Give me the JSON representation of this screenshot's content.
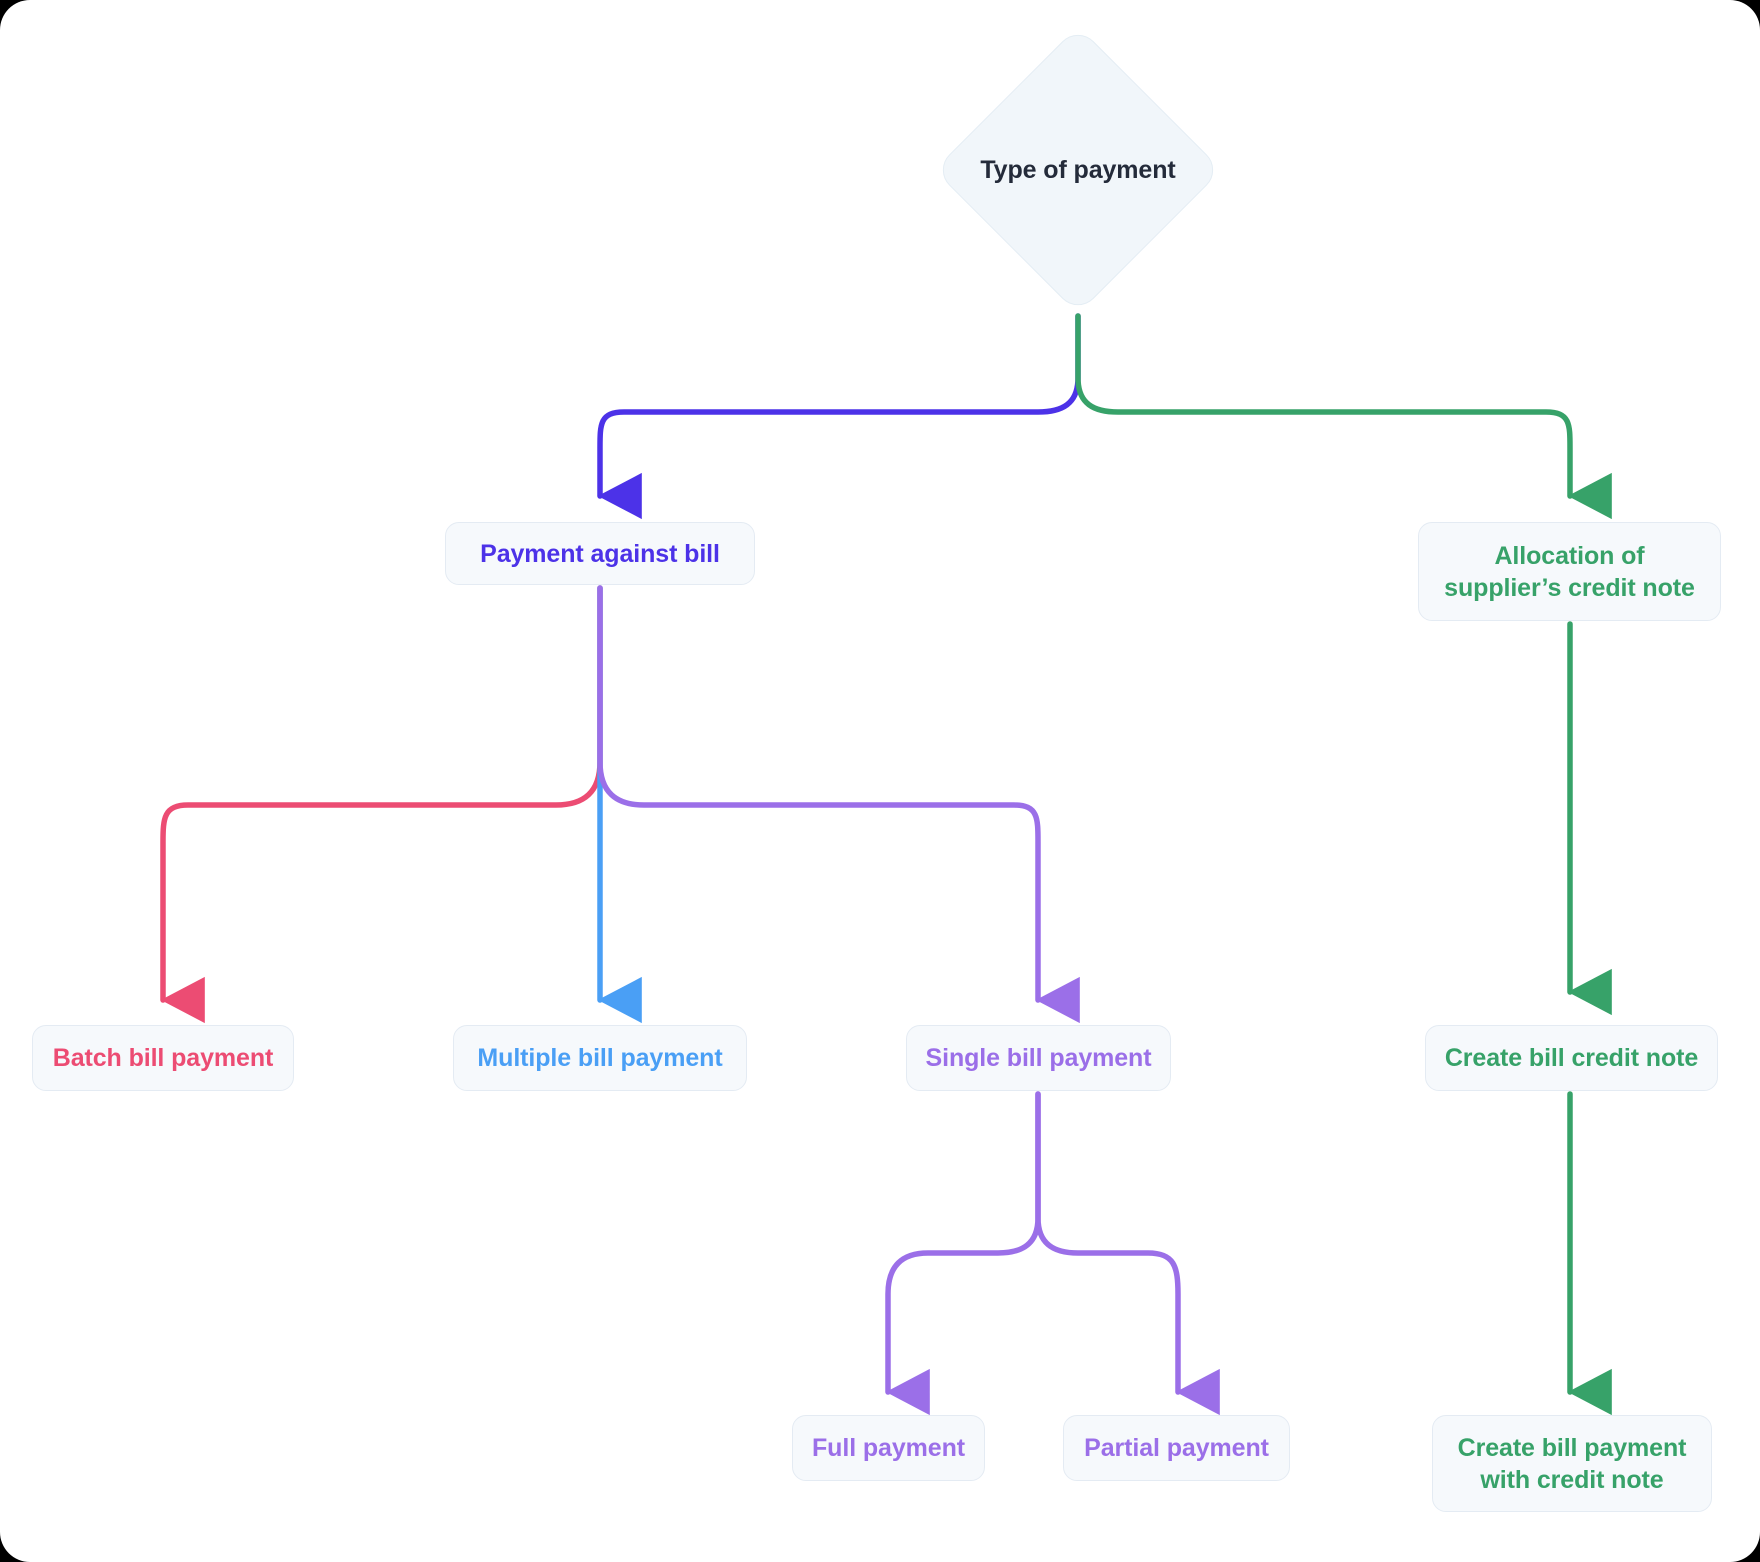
{
  "diagram": {
    "title": "Type of payment",
    "type": "flowchart",
    "colors": {
      "root_text": "#242B3A",
      "node_bg": "#F6F9FC",
      "node_border": "#E4EBF3",
      "indigo": "#4C32E8",
      "blue": "#4A9FF5",
      "pink": "#EC4C73",
      "purple": "#9B6FE8",
      "green": "#37A269",
      "canvas_bg": "#FFFFFF"
    },
    "nodes": {
      "root": {
        "label": "Type of payment",
        "shape": "diamond",
        "color": "#242B3A"
      },
      "payment_against_bill": {
        "label": "Payment against bill",
        "color": "#4C32E8"
      },
      "allocation_credit_note": {
        "label": "Allocation of supplier’s credit note",
        "color": "#37A269"
      },
      "batch_bill_payment": {
        "label": "Batch bill payment",
        "color": "#EC4C73"
      },
      "multiple_bill_payment": {
        "label": "Multiple bill payment",
        "color": "#4A9FF5"
      },
      "single_bill_payment": {
        "label": "Single bill payment",
        "color": "#9B6FE8"
      },
      "create_bill_credit_note": {
        "label": "Create bill credit note",
        "color": "#37A269"
      },
      "full_payment": {
        "label": "Full payment",
        "color": "#9B6FE8"
      },
      "partial_payment": {
        "label": "Partial payment",
        "color": "#9B6FE8"
      },
      "create_bill_payment_with_credit_note": {
        "label": "Create bill payment with credit note",
        "color": "#37A269"
      }
    },
    "edges": [
      {
        "from": "root",
        "to": "payment_against_bill",
        "color": "#4C32E8"
      },
      {
        "from": "root",
        "to": "allocation_credit_note",
        "color": "#37A269"
      },
      {
        "from": "payment_against_bill",
        "to": "batch_bill_payment",
        "color": "#EC4C73"
      },
      {
        "from": "payment_against_bill",
        "to": "multiple_bill_payment",
        "color": "#4A9FF5"
      },
      {
        "from": "payment_against_bill",
        "to": "single_bill_payment",
        "color": "#9B6FE8"
      },
      {
        "from": "allocation_credit_note",
        "to": "create_bill_credit_note",
        "color": "#37A269"
      },
      {
        "from": "single_bill_payment",
        "to": "full_payment",
        "color": "#9B6FE8"
      },
      {
        "from": "single_bill_payment",
        "to": "partial_payment",
        "color": "#9B6FE8"
      },
      {
        "from": "create_bill_credit_note",
        "to": "create_bill_payment_with_credit_note",
        "color": "#37A269"
      }
    ]
  }
}
